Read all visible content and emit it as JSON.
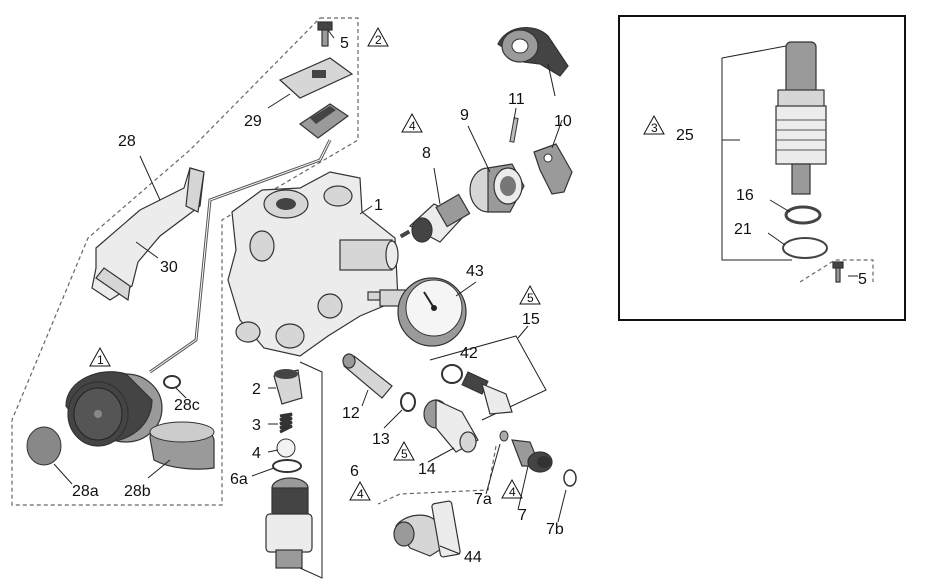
{
  "labels": {
    "p1": "1",
    "p2": "2",
    "p3": "3",
    "p4": "4",
    "p5a": "5",
    "p5b": "5",
    "p6": "6",
    "p6a": "6a",
    "p7": "7",
    "p7a": "7a",
    "p7b": "7b",
    "p8": "8",
    "p9": "9",
    "p10": "10",
    "p11": "11",
    "p12": "12",
    "p13": "13",
    "p14": "14",
    "p15": "15",
    "p16": "16",
    "p21": "21",
    "p25": "25",
    "p28": "28",
    "p28a": "28a",
    "p28b": "28b",
    "p28c": "28c",
    "p29": "29",
    "p30": "30",
    "p42": "42",
    "p43": "43",
    "p44": "44"
  },
  "notes": {
    "n1": "1",
    "n2": "2",
    "n3": "3",
    "n4a": "4",
    "n4b": "4",
    "n4c": "4",
    "n5a": "5",
    "n5b": "5"
  }
}
